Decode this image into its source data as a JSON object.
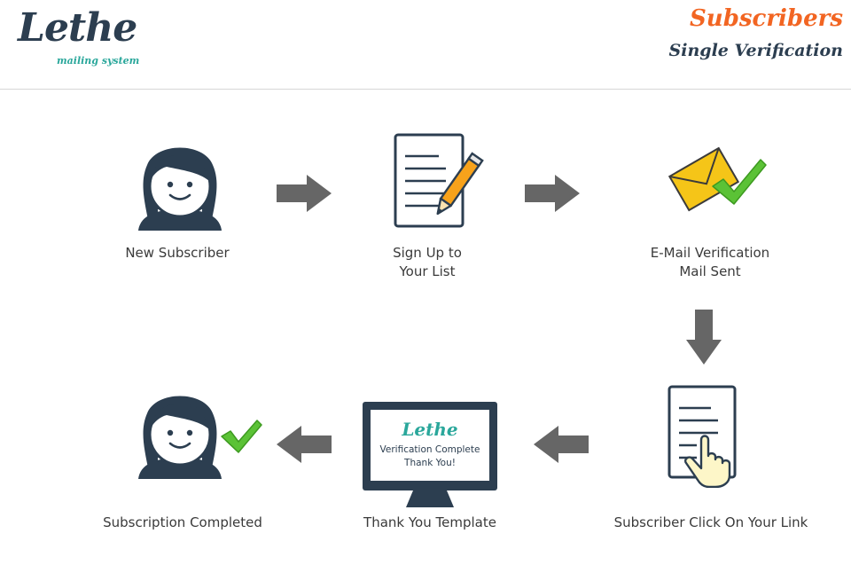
{
  "header": {
    "logo_word": "Lethe",
    "logo_tagline": "mailing system",
    "title": "Subscribers",
    "subtitle": "Single Verification"
  },
  "flow": {
    "step1": "New Subscriber",
    "step2_line1": "Sign Up to",
    "step2_line2": "Your List",
    "step3_line1": "E-Mail Verification",
    "step3_line2": "Mail Sent",
    "step4": "Subscriber Click On Your Link",
    "step5": "Thank You Template",
    "step6": "Subscription Completed"
  },
  "screen": {
    "logo_word": "Lethe",
    "line1": "Verification Complete",
    "line2": "Thank You!"
  },
  "colors": {
    "navy": "#2c3e50",
    "orange": "#f26522",
    "teal": "#2aa79b",
    "arrow_gray": "#666666",
    "check_green": "#5bc236",
    "envelope_yellow": "#f5c518"
  }
}
